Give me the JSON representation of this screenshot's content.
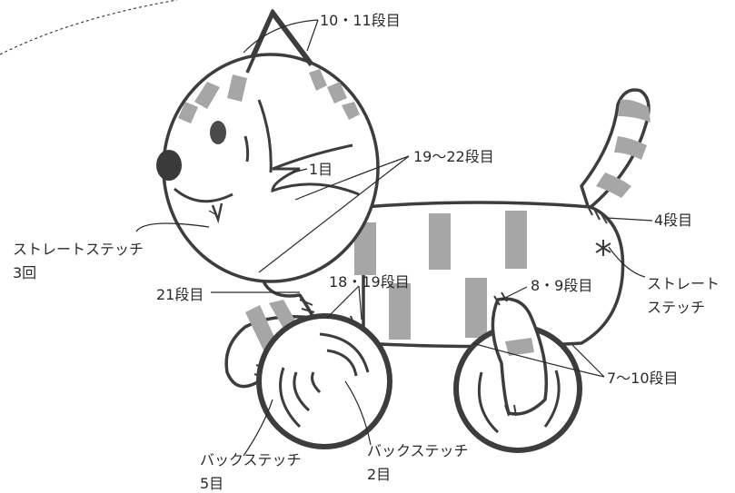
{
  "colors": {
    "outline": "#3d3d3d",
    "stripe": "#a6a6a6",
    "eye": "#4a4a4a",
    "background": "#ffffff"
  },
  "labels": {
    "ears": "10・11段目",
    "head_join": "19〜22段目",
    "mouth": "1目",
    "tail": "4段目",
    "tail_stitch_1": "ストレート",
    "tail_stitch_2": "ステッチ",
    "mouth_stitch_1": "ストレートステッチ",
    "mouth_stitch_2": "3回",
    "front_leg": "21段目",
    "front_leg_stripe": "18・19段目",
    "back_leg": "8・9段目",
    "wheels": "7〜10段目",
    "wheel_left_1": "バックステッチ",
    "wheel_left_2": "5目",
    "wheel_right_1": "バックステッチ",
    "wheel_right_2": "2目"
  }
}
